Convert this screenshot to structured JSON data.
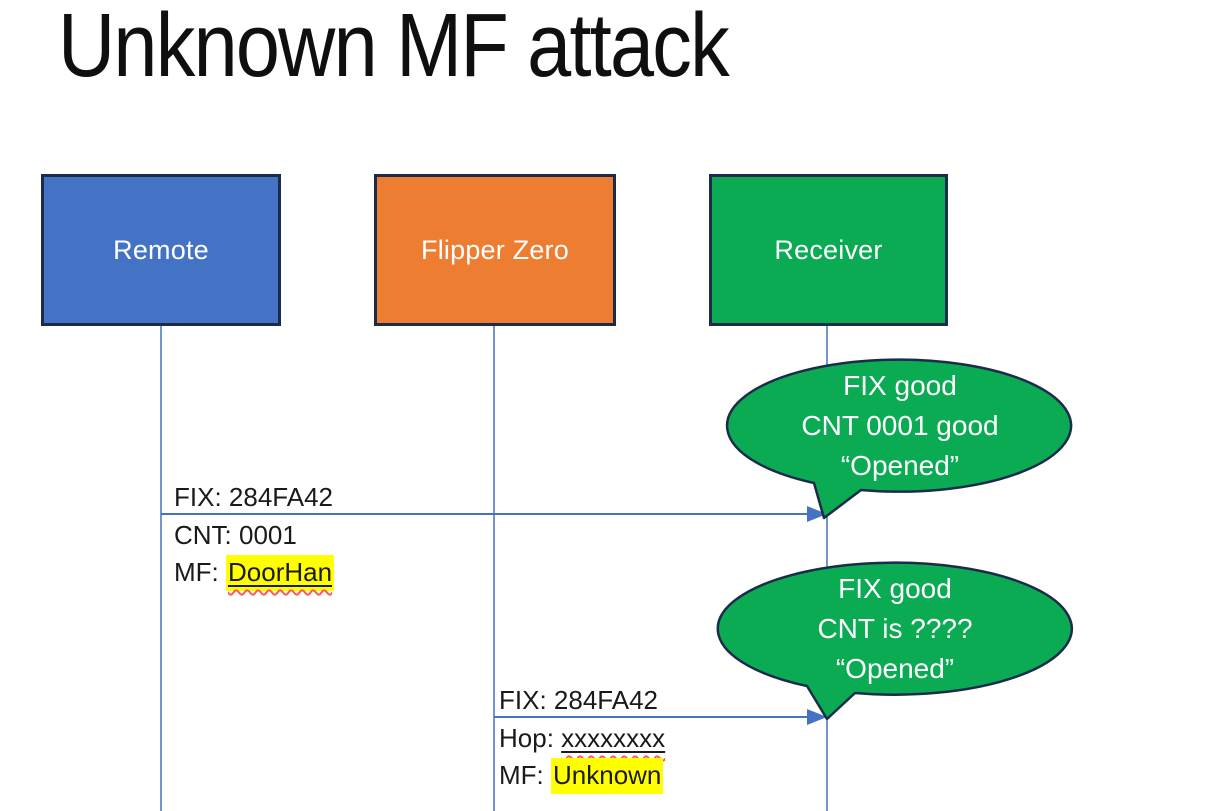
{
  "title": "Unknown MF attack",
  "colors": {
    "remote_fill": "#4472C4",
    "flipper_fill": "#ED7D31",
    "receiver_fill": "#0BAB54",
    "callout_fill": "#0BAB54",
    "shape_border": "#1B2B4B",
    "connector": "#4472C4",
    "highlight": "#FFFF00",
    "squiggle": "#FF5A52",
    "text_dark": "#1A1A1A",
    "text_light": "#FFFFFF"
  },
  "actors": [
    {
      "label": "Remote"
    },
    {
      "label": "Flipper Zero"
    },
    {
      "label": "Receiver"
    }
  ],
  "messages": [
    {
      "above": "FIX: 284FA42",
      "line2": "CNT: 0001",
      "line3_prefix": "MF: ",
      "line3_value": "DoorHan"
    },
    {
      "above": "FIX: 284FA42",
      "line2_prefix": "Hop: ",
      "line2_value": "xxxxxxxx",
      "line3_prefix": "MF: ",
      "line3_value": "Unknown"
    }
  ],
  "callouts": [
    {
      "line1": "FIX good",
      "line2": "CNT 0001 good",
      "line3": "“Opened”"
    },
    {
      "line1": "FIX good",
      "line2": "CNT is ????",
      "line3": "“Opened”"
    }
  ]
}
